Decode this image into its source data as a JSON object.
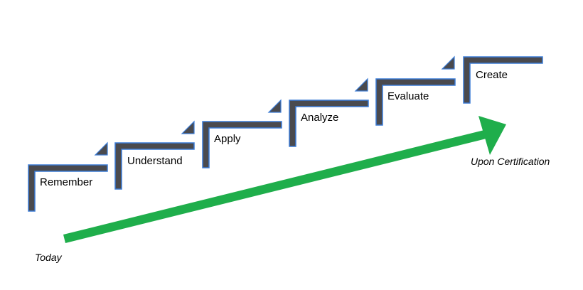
{
  "diagram": {
    "steps": [
      {
        "label": "Remember"
      },
      {
        "label": "Understand"
      },
      {
        "label": "Apply"
      },
      {
        "label": "Analyze"
      },
      {
        "label": "Evaluate"
      },
      {
        "label": "Create"
      }
    ],
    "start_label": "Today",
    "end_label": "Upon Certification",
    "colors": {
      "step_fill": "#4a4a4e",
      "step_stroke": "#3a7bd5",
      "arrow": "#1fae4b",
      "text": "#000000"
    }
  }
}
